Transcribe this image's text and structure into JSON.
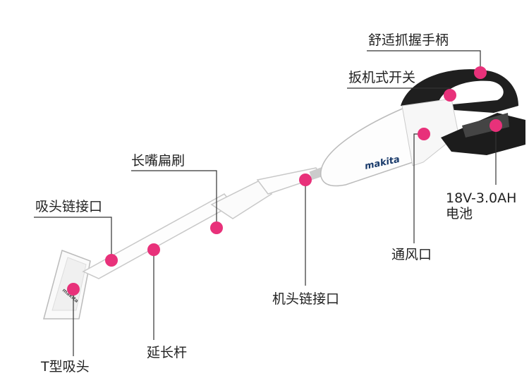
{
  "brand": "makita",
  "accent_color": "#e8317a",
  "labels": {
    "grip": "舒适抓握手柄",
    "trigger": "扳机式开关",
    "crevice": "长嘴扁刷",
    "nozzle_joint": "吸头链接口",
    "battery_spec": "18V-3.0AH",
    "battery": "电池",
    "vent": "通风口",
    "head_joint": "机头链接口",
    "extension": "延长杆",
    "t_nozzle": "T型吸头"
  }
}
